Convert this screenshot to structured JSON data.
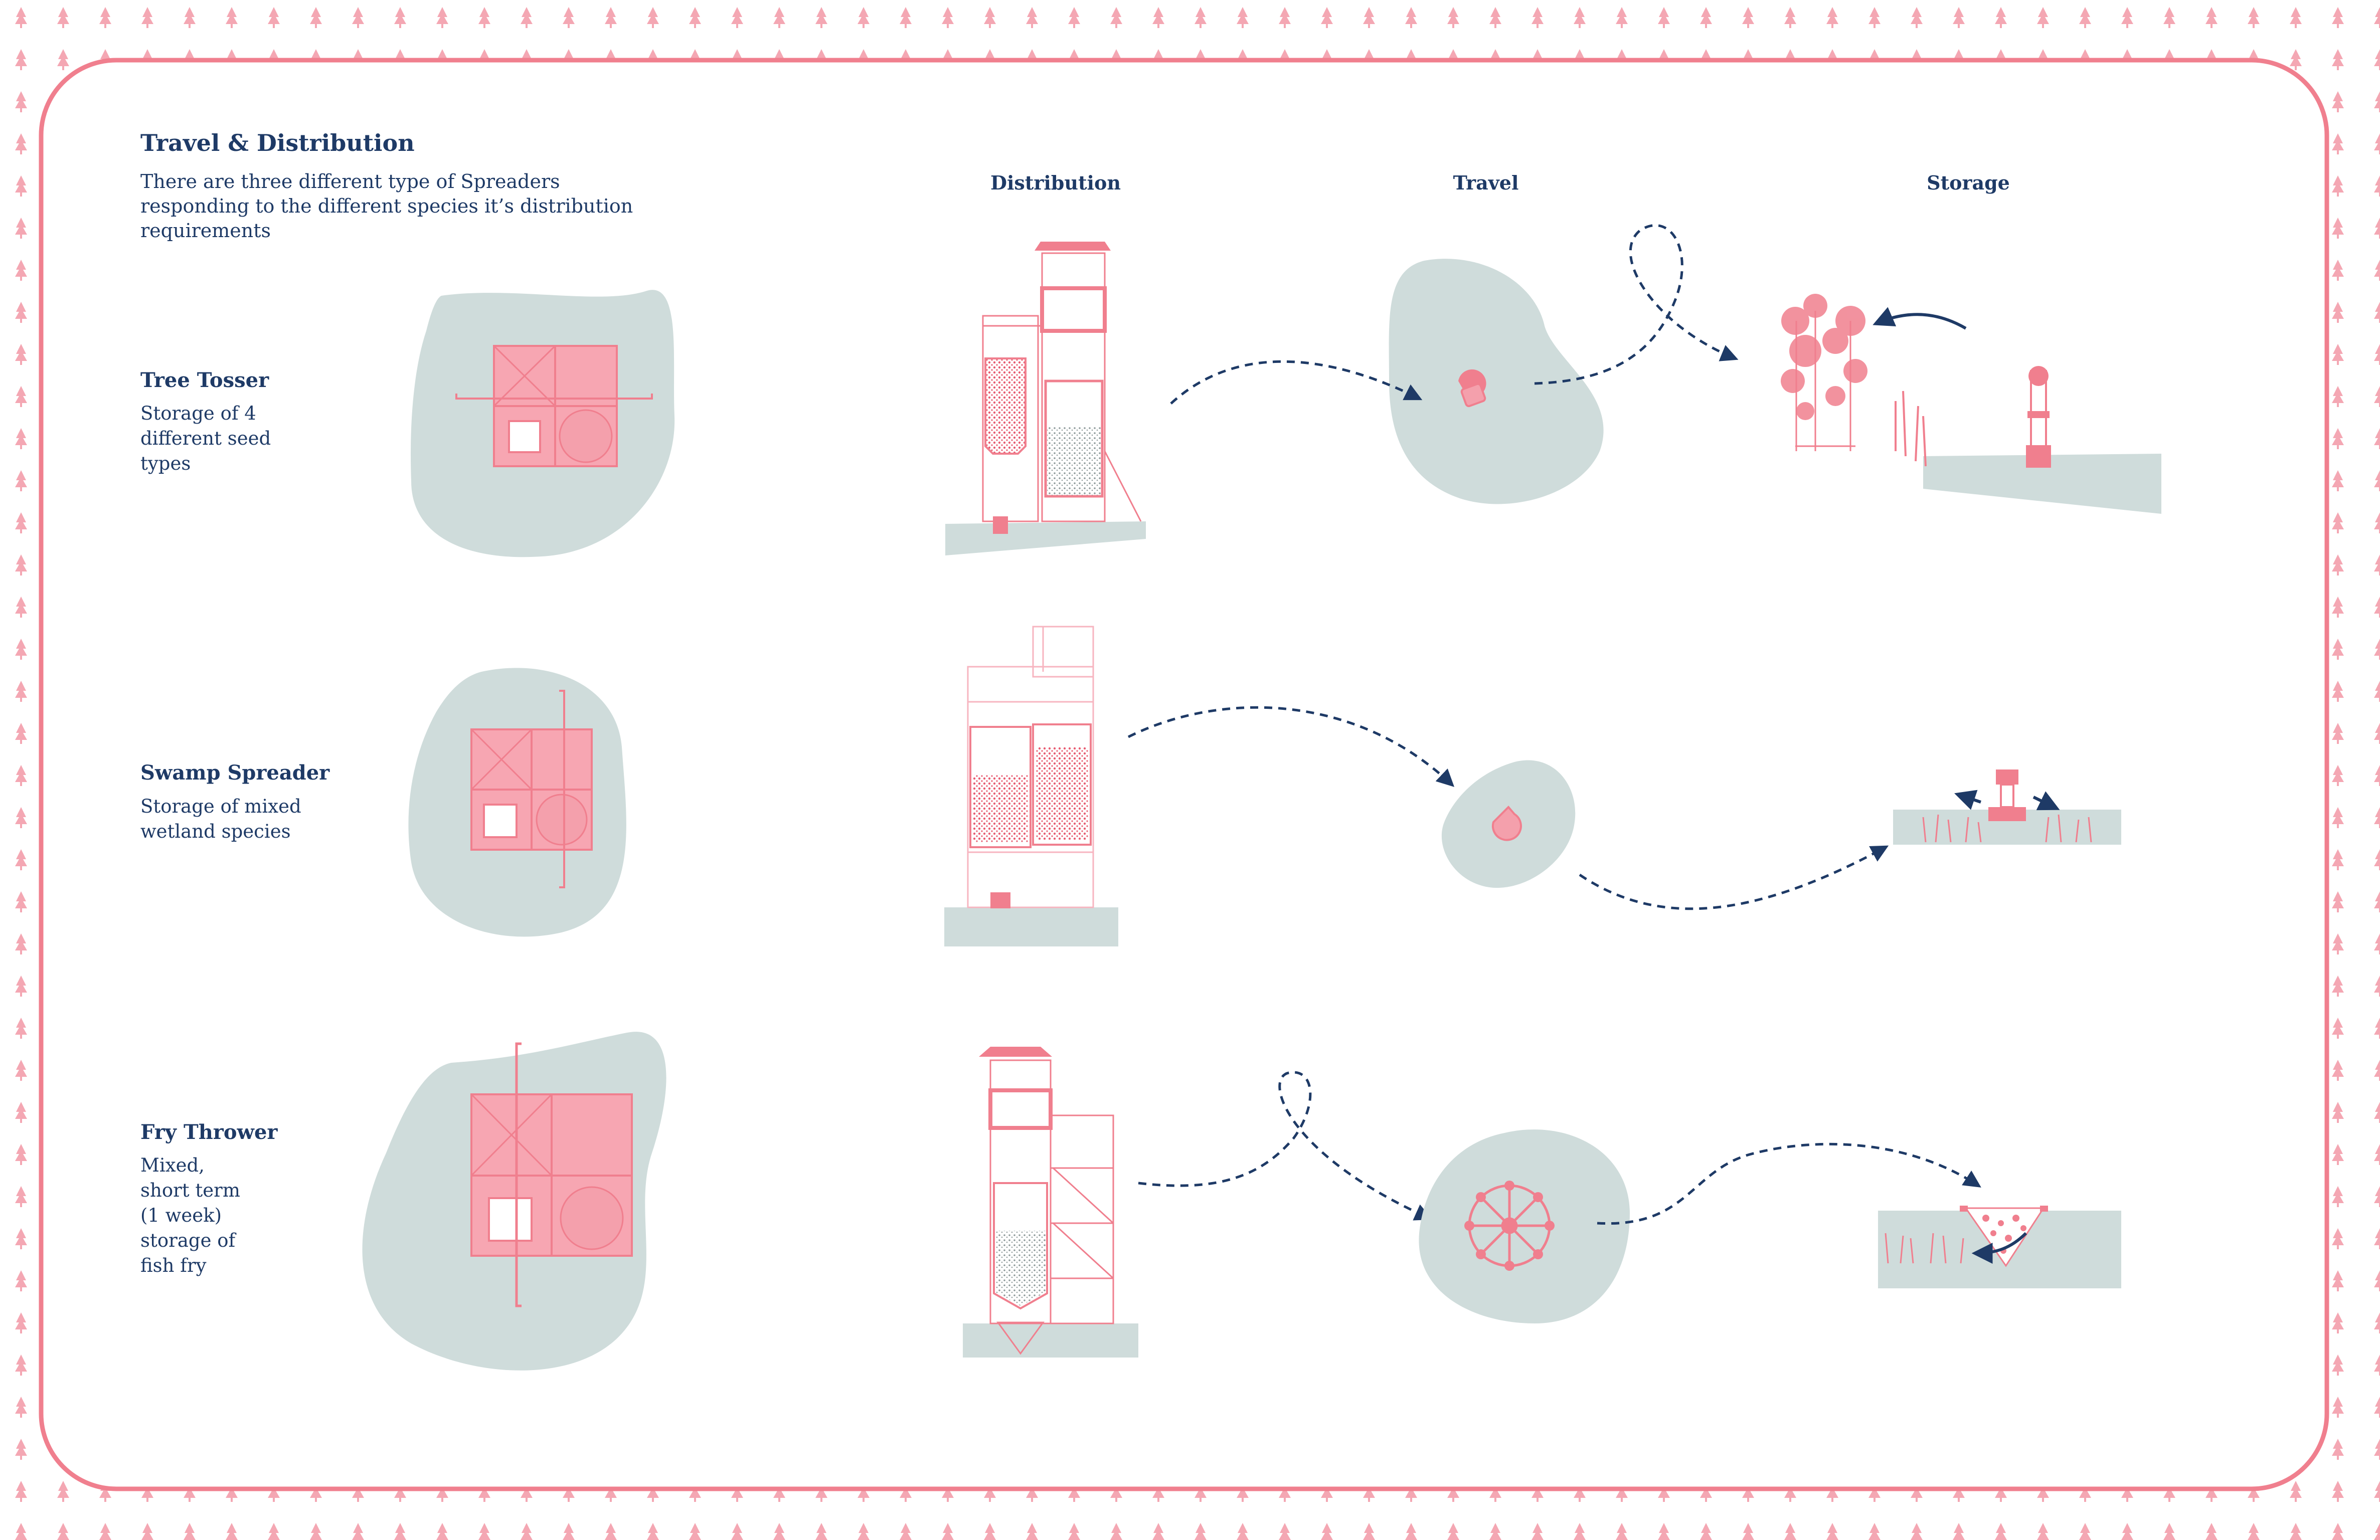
{
  "header": {
    "title": "Travel & Distribution",
    "subtitle": "There are three different type of Spreaders responding to the different species it’s distribution requirements"
  },
  "columns": [
    "Distribution",
    "Travel",
    "Storage"
  ],
  "spreaders": [
    {
      "name": "Tree Tosser",
      "description_lines": [
        "Storage of 4",
        "different seed",
        "types"
      ]
    },
    {
      "name": "Swamp Spreader",
      "description_lines": [
        "Storage of mixed",
        "wetland species"
      ]
    },
    {
      "name": "Fry Thrower",
      "description_lines": [
        "Mixed,",
        "short term",
        "(1 week)",
        "storage of",
        "fish fry"
      ]
    }
  ],
  "colors": {
    "accent_pink": "#f07f8e",
    "navy": "#1e3a66",
    "water": "#cfdcdb",
    "pink_fill": "#f7a6b2",
    "pattern": "#f4a7b3"
  }
}
